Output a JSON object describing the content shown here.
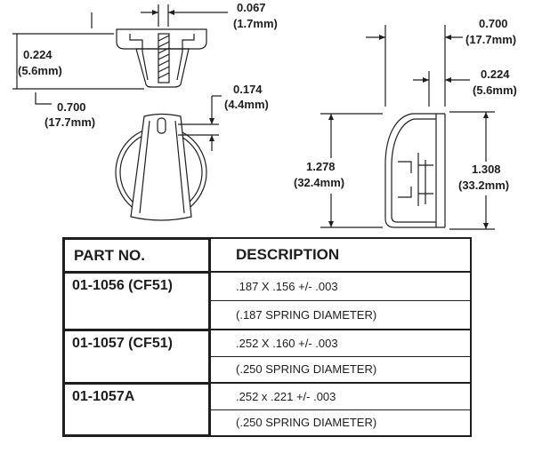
{
  "dimensions": {
    "top_width": {
      "inch": "0.067",
      "mm": "(1.7mm)"
    },
    "left_height": {
      "inch": "0.224",
      "mm": "(5.6mm)"
    },
    "left_width": {
      "inch": "0.700",
      "mm": "(17.7mm)"
    },
    "slot": {
      "inch": "0.174",
      "mm": "(4.4mm)"
    },
    "side_width": {
      "inch": "0.700",
      "mm": "(17.7mm)"
    },
    "side_depth": {
      "inch": "0.224",
      "mm": "(5.6mm)"
    },
    "height_a": {
      "inch": "1.278",
      "mm": "(32.4mm)"
    },
    "height_b": {
      "inch": "1.308",
      "mm": "(33.2mm)"
    }
  },
  "table": {
    "headers": {
      "part": "PART NO.",
      "description": "DESCRIPTION"
    },
    "rows": [
      {
        "part": "01-1056 (CF51)",
        "spec": ".187 X .156 +/- .003",
        "spring": "(.187 SPRING DIAMETER)"
      },
      {
        "part": "01-1057 (CF51)",
        "spec": ".252 X .160 +/- .003",
        "spring": "(.250 SPRING DIAMETER)"
      },
      {
        "part": "01-1057A",
        "spec": ".252 x .221 +/- .003",
        "spring": "(.250 SPRING DIAMETER)"
      }
    ]
  },
  "colors": {
    "ink": "#1e1e1e",
    "background": "#ffffff"
  }
}
